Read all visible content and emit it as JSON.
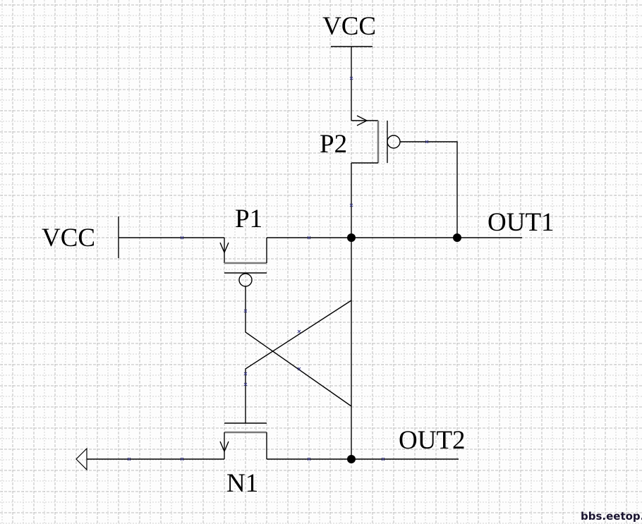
{
  "diagram": {
    "labels": {
      "vcc_top": "VCC",
      "vcc_left": "VCC",
      "p1": "P1",
      "p2": "P2",
      "n1": "N1",
      "out1": "OUT1",
      "out2": "OUT2"
    },
    "watermark": "bbs.eetop.cn",
    "colors": {
      "wire": "#000000",
      "channel": "#777777",
      "grid": "#c8c8c8",
      "marker": "#3a3a8a"
    }
  }
}
